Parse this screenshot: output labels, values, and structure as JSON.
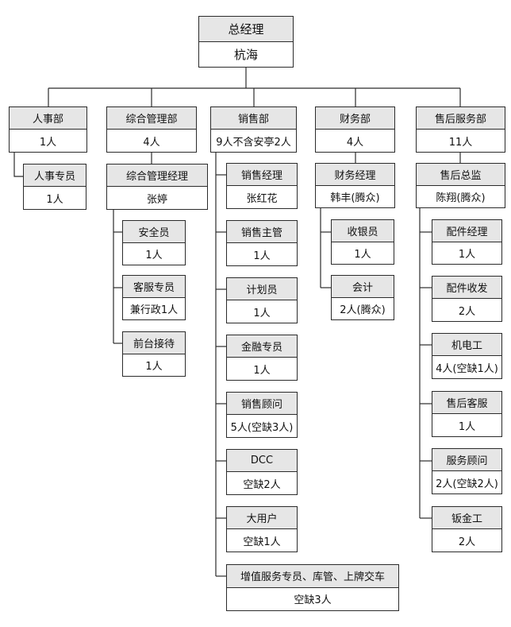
{
  "root": {
    "title": "总经理",
    "sub": "杭海"
  },
  "departments": [
    {
      "title": "人事部",
      "sub": "1人"
    },
    {
      "title": "综合管理部",
      "sub": "4人"
    },
    {
      "title": "销售部",
      "sub": "9人不含安亭2人"
    },
    {
      "title": "财务部",
      "sub": "4人"
    },
    {
      "title": "售后服务部",
      "sub": "11人"
    }
  ],
  "hr": {
    "title": "人事专员",
    "sub": "1人"
  },
  "admin": {
    "manager": {
      "title": "综合管理经理",
      "sub": "张婷"
    },
    "staff": [
      {
        "title": "安全员",
        "sub": "1人"
      },
      {
        "title": "客服专员",
        "sub": "兼行政1人"
      },
      {
        "title": "前台接待",
        "sub": "1人"
      }
    ]
  },
  "sales": [
    {
      "title": "销售经理",
      "sub": "张红花"
    },
    {
      "title": "销售主管",
      "sub": "1人"
    },
    {
      "title": "计划员",
      "sub": "1人"
    },
    {
      "title": "金融专员",
      "sub": "1人"
    },
    {
      "title": "销售顾问",
      "sub": "5人(空缺3人)"
    },
    {
      "title": "DCC",
      "sub": "空缺2人"
    },
    {
      "title": "大用户",
      "sub": "空缺1人"
    },
    {
      "title": "增值服务专员、库管、上牌交车",
      "sub": "空缺3人"
    }
  ],
  "finance": {
    "manager": {
      "title": "财务经理",
      "sub": "韩丰(腾众)"
    },
    "staff": [
      {
        "title": "收银员",
        "sub": "1人"
      },
      {
        "title": "会计",
        "sub": "2人(腾众)"
      }
    ]
  },
  "aftersales": {
    "manager": {
      "title": "售后总监",
      "sub": "陈翔(腾众)"
    },
    "staff": [
      {
        "title": "配件经理",
        "sub": "1人"
      },
      {
        "title": "配件收发",
        "sub": "2人"
      },
      {
        "title": "机电工",
        "sub": "4人(空缺1人)"
      },
      {
        "title": "售后客服",
        "sub": "1人"
      },
      {
        "title": "服务顾问",
        "sub": "2人(空缺2人)"
      },
      {
        "title": "钣金工",
        "sub": "2人"
      }
    ]
  }
}
